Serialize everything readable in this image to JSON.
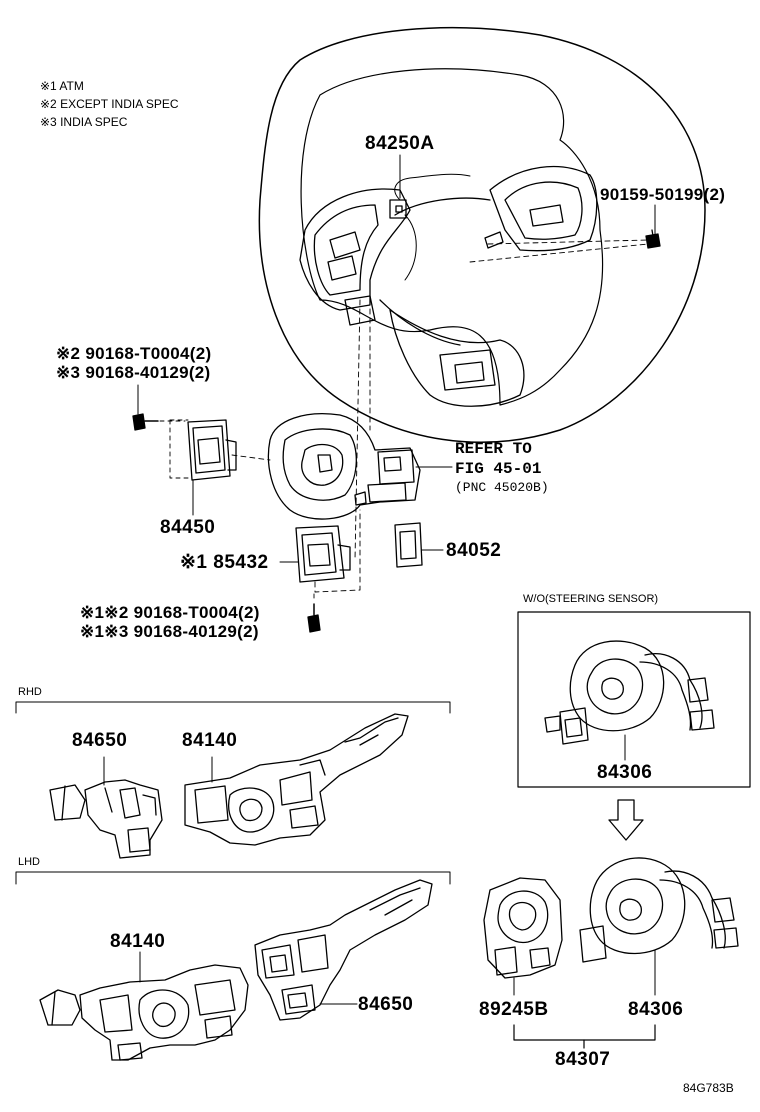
{
  "notes": [
    "※1 ATM",
    "※2 EXCEPT INDIA SPEC",
    "※3 INDIA SPEC"
  ],
  "parts": {
    "p84250A": "84250A",
    "p90159": "90159-50199(2)",
    "screw_top_a": "※2 90168-T0004(2)",
    "screw_top_b": "※3 90168-40129(2)",
    "p84450": "84450",
    "p85432": "※1 85432",
    "p84052": "84052",
    "screw_bot_a": "※1※2 90168-T0004(2)",
    "screw_bot_b": "※1※3 90168-40129(2)",
    "rhd_84650": "84650",
    "rhd_84140": "84140",
    "lhd_84140": "84140",
    "lhd_84650": "84650",
    "box_84306": "84306",
    "p89245B": "89245B",
    "p84306": "84306",
    "p84307": "84307"
  },
  "refer": {
    "line1": "REFER TO",
    "line2": "FIG 45-01",
    "line3": "(PNC 45020B)"
  },
  "sections": {
    "rhd": "RHD",
    "lhd": "LHD",
    "box_title": "W/O(STEERING SENSOR)"
  },
  "figure_id": "84G783B"
}
